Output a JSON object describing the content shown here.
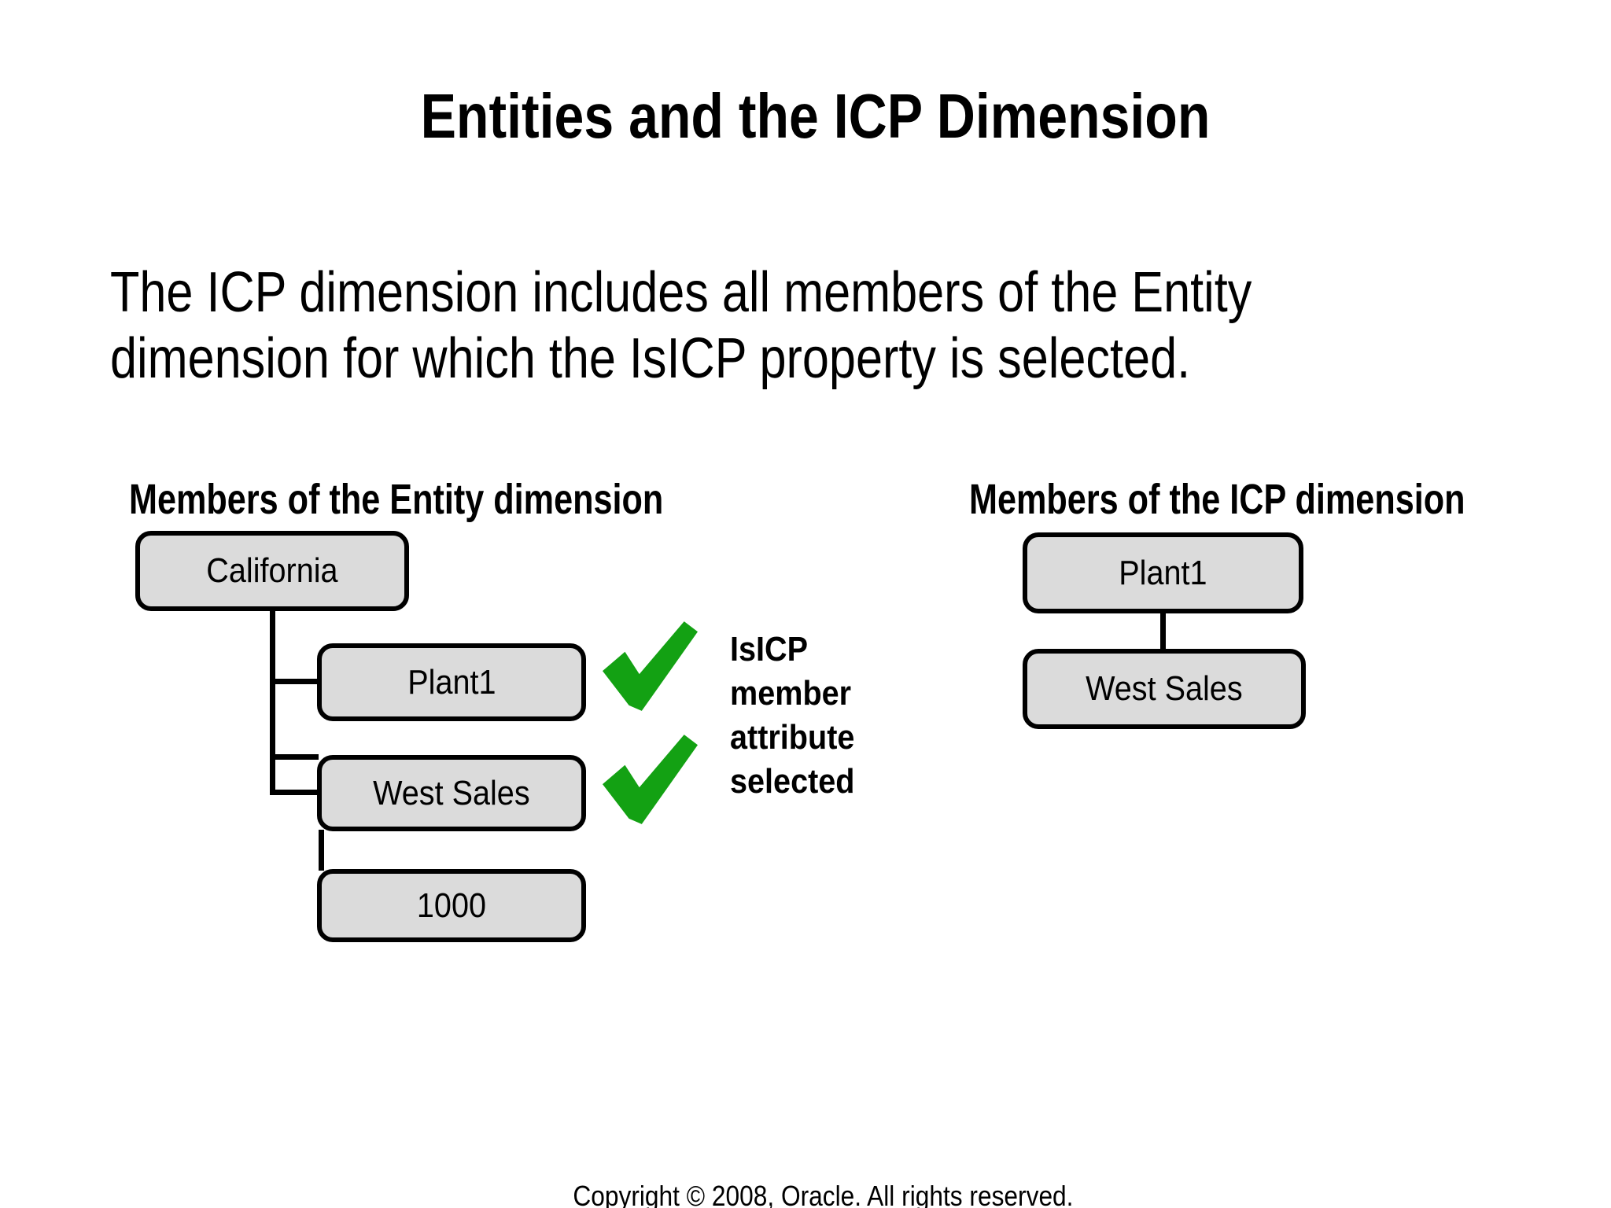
{
  "slide": {
    "title": "Entities and the ICP Dimension",
    "body_lines": [
      "The ICP dimension includes all members of the Entity",
      "dimension for which the IsICP property is selected."
    ],
    "footer": "Copyright © 2008, Oracle. All rights reserved."
  },
  "entity_diagram": {
    "heading": "Members of the Entity dimension",
    "nodes": [
      {
        "label": "California",
        "level": "root"
      },
      {
        "label": "Plant1",
        "level": "child",
        "isicp_selected": true
      },
      {
        "label": "West Sales",
        "level": "child",
        "isicp_selected": true
      },
      {
        "label": "1000",
        "level": "grandchild"
      }
    ]
  },
  "icp_diagram": {
    "heading": "Members of the ICP dimension",
    "nodes": [
      {
        "label": "Plant1"
      },
      {
        "label": "West Sales"
      }
    ]
  },
  "annotation": {
    "label_lines": [
      "IsICP",
      "member",
      "attribute",
      "selected"
    ],
    "checkmark_count": 2
  },
  "colors": {
    "checkmark_green": "#13A113",
    "node_fill": "#DBDBDB",
    "node_border": "#000000",
    "text": "#000000",
    "background": "#FFFFFF"
  }
}
